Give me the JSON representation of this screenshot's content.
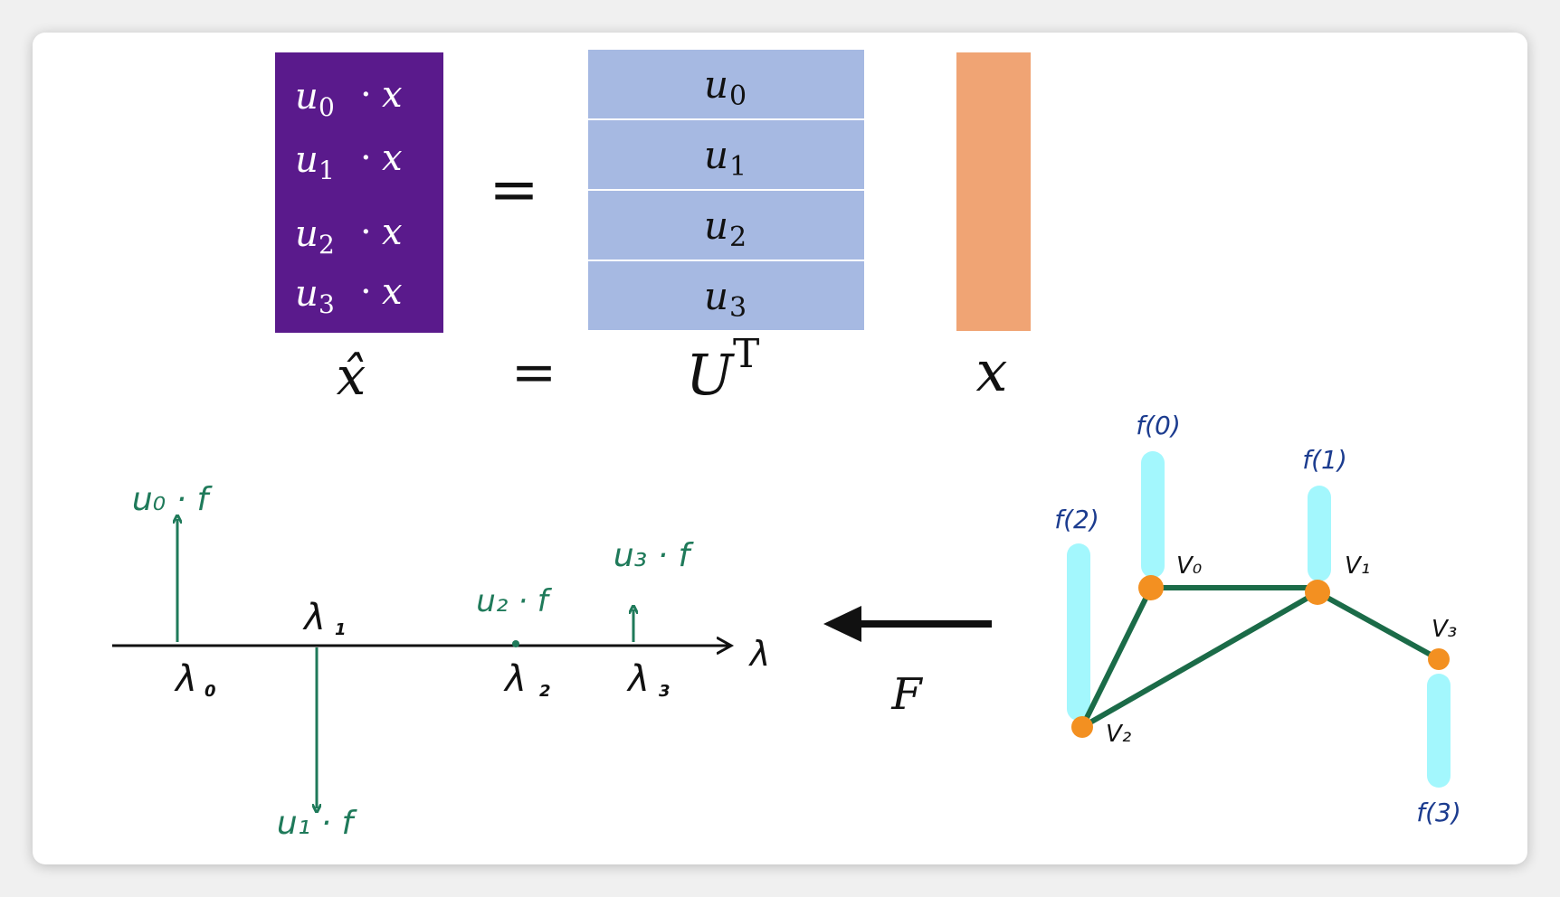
{
  "colors": {
    "xhat_fill": "#5a1a8c",
    "ut_fill": "#a6b9e2",
    "x_fill": "#f0a474",
    "spectrum_green": "#1f7a5a",
    "graph_edge": "#1b6b48",
    "graph_node": "#f39021",
    "signal_bar": "#a3f7fd",
    "signal_label": "#1c3c8f",
    "ink": "#111111"
  },
  "equation": {
    "xhat_rows": [
      {
        "base": "u",
        "sub": "0",
        "dot": "·",
        "var": "x"
      },
      {
        "base": "u",
        "sub": "1",
        "dot": "·",
        "var": "x"
      },
      {
        "base": "u",
        "sub": "2",
        "dot": "·",
        "var": "x"
      },
      {
        "base": "u",
        "sub": "3",
        "dot": "·",
        "var": "x"
      }
    ],
    "equals_top": "=",
    "ut_rows": [
      {
        "base": "u",
        "sub": "0"
      },
      {
        "base": "u",
        "sub": "1"
      },
      {
        "base": "u",
        "sub": "2"
      },
      {
        "base": "u",
        "sub": "3"
      }
    ],
    "label_xhat": "x̂",
    "equals_bottom": "=",
    "label_ut_base": "U",
    "label_ut_sup": "T",
    "label_x": "x"
  },
  "spectrum": {
    "axis_label": "λ",
    "eigenvalues": [
      {
        "label": "λ",
        "sub": "0",
        "coef": "u₀ · f"
      },
      {
        "label": "λ",
        "sub": "1",
        "coef": "u₁ · f"
      },
      {
        "label": "λ",
        "sub": "2",
        "coef": "u₂ · f"
      },
      {
        "label": "λ",
        "sub": "3",
        "coef": "u₃ · f"
      }
    ]
  },
  "transform_label": "F",
  "graph": {
    "nodes": [
      {
        "label": "V₀",
        "signal": "f(0)"
      },
      {
        "label": "V₁",
        "signal": "f(1)"
      },
      {
        "label": "V₂",
        "signal": "f(2)"
      },
      {
        "label": "V₃",
        "signal": "f(3)"
      }
    ]
  }
}
